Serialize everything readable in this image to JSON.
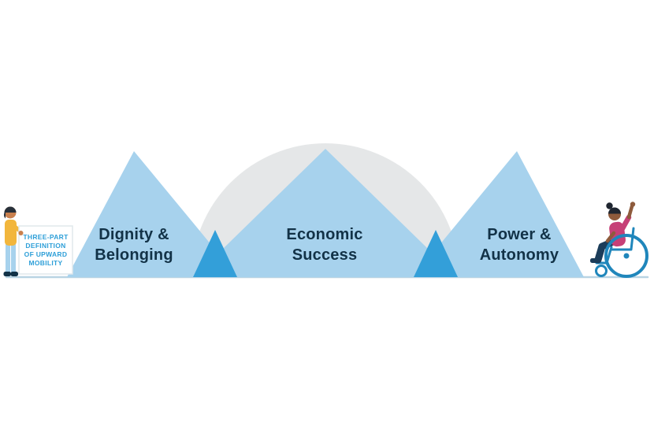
{
  "diagram": {
    "sign": {
      "full_text": "THREE-PART DEFINITION OF UPWARD MOBILITY",
      "lines": [
        "THREE-PART",
        "DEFINITION",
        "OF UPWARD",
        "MOBILITY"
      ]
    },
    "parts": [
      {
        "name": "dignity-belonging",
        "line1": "Dignity &",
        "line2": "Belonging"
      },
      {
        "name": "economic-success",
        "line1": "Economic",
        "line2": "Success"
      },
      {
        "name": "power-autonomy",
        "line1": "Power &",
        "line2": "Autonomy"
      }
    ],
    "figures": [
      {
        "name": "person-holding-sign",
        "position": "left"
      },
      {
        "name": "person-in-wheelchair",
        "position": "right"
      }
    ],
    "colors": {
      "mountain_light_blue": "#A7D2ED",
      "overlap_blue": "#339FD9",
      "dome_gray": "#E5E7E8",
      "label_navy": "#123247",
      "sign_text_blue": "#2E9FD8",
      "baseline_blue": "#B9D4E3",
      "shirt_yellow": "#F2B63C",
      "top_magenta": "#C64077",
      "wheelchair_teal": "#1F86BB"
    }
  }
}
